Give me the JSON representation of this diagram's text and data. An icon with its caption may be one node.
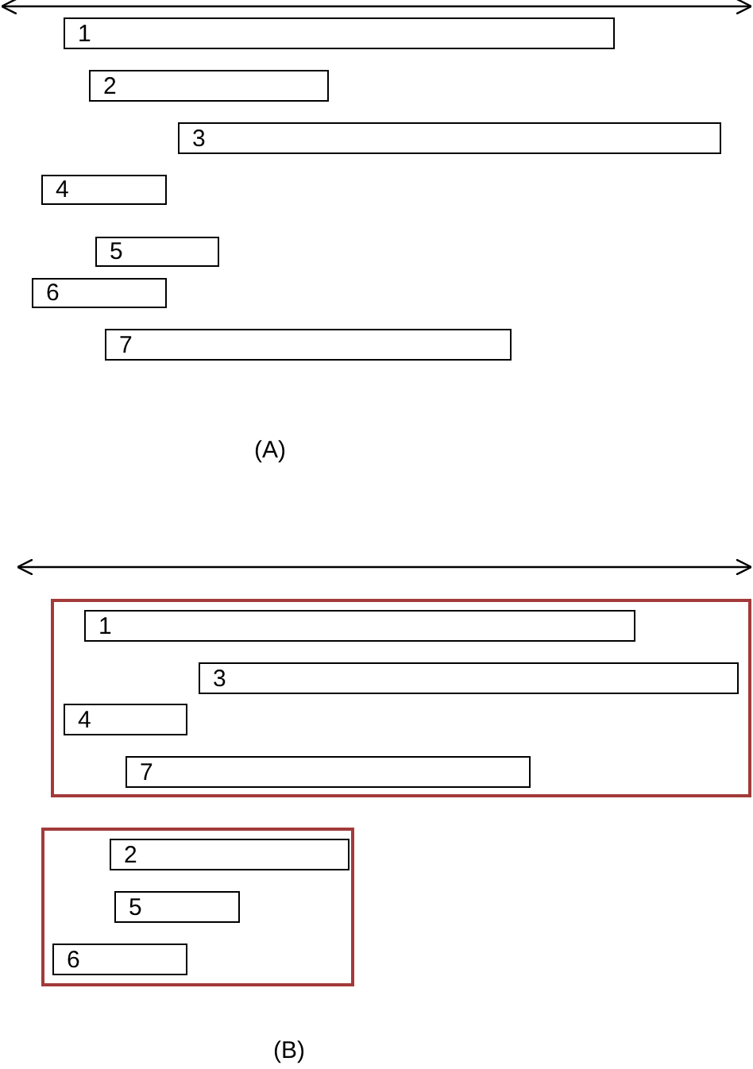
{
  "diagram": {
    "nodes": [
      {
        "text": [
          "1"
        ]
      },
      {
        "text": [
          "2"
        ]
      },
      {
        "text": [
          "3"
        ]
      },
      {
        "text": [
          "4"
        ]
      },
      {
        "text": [
          "5"
        ]
      },
      {
        "text": [
          "6"
        ]
      },
      {
        "text": [
          "7"
        ]
      },
      {
        "text": [],
        "shape": "box"
      },
      {
        "text": [
          "1"
        ],
        "in": 7
      },
      {
        "text": [
          "3"
        ],
        "in": 7
      },
      {
        "text": [
          "4"
        ],
        "in": 7
      },
      {
        "text": [
          "7"
        ],
        "in": 7
      },
      {
        "text": [],
        "shape": "box"
      },
      {
        "text": [
          "2"
        ],
        "in": 12
      },
      {
        "text": [
          "5"
        ],
        "in": 12
      },
      {
        "text": [
          "6"
        ],
        "in": 12
      }
    ],
    "labels": [
      "(A)",
      "(B)"
    ]
  }
}
